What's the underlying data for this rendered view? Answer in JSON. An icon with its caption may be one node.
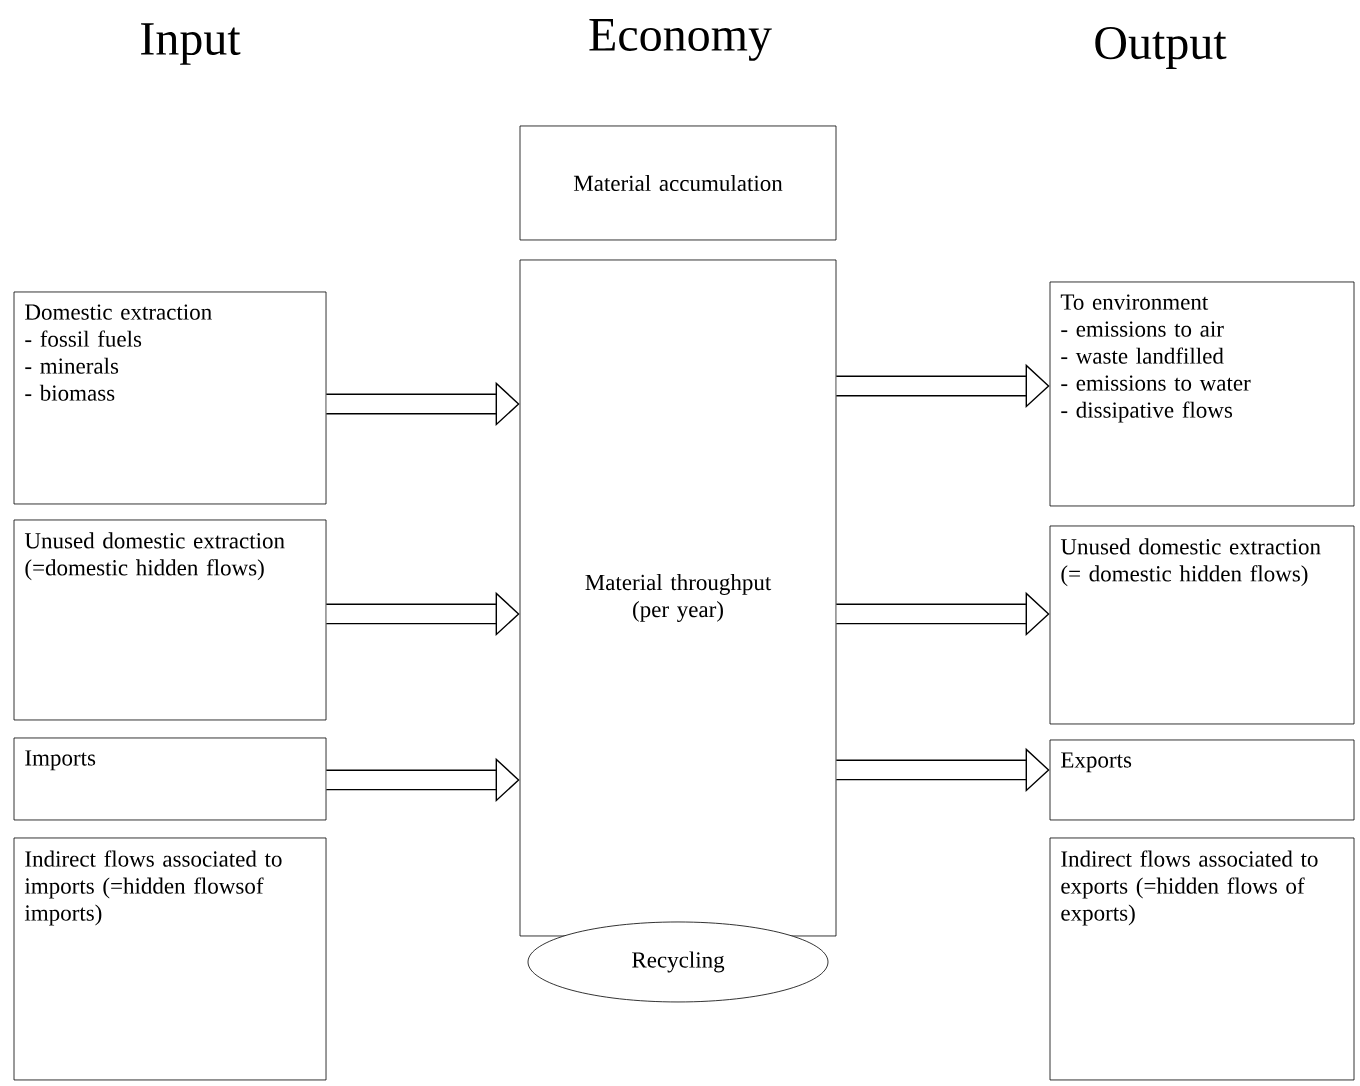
{
  "diagram": {
    "nodes": [
      {
        "text": [
          "Domestic extraction",
          "- fossil fuels",
          "- minerals",
          "- biomass"
        ]
      },
      {
        "text": [
          "Unused domestic extraction (=domestic hidden flows)"
        ]
      },
      {
        "text": [
          "Imports"
        ]
      },
      {
        "text": [
          "Indirect flows associated to imports (=hidden flowsof imports)"
        ]
      },
      {
        "text": [
          "Material accumulation"
        ]
      },
      {
        "text": [
          "Material throughput (per year)"
        ]
      },
      {
        "text": [
          "Recycling"
        ]
      },
      {
        "text": [
          "To environment",
          "- emissions to air",
          "- waste landfilled",
          "- emissions to water",
          "- dissipative flows"
        ]
      },
      {
        "text": [
          "Unused domestic extraction (= domestic hidden flows)"
        ]
      },
      {
        "text": [
          "Exports"
        ]
      },
      {
        "text": [
          "Indirect flows associated to exports (=hidden flows of exports)"
        ]
      }
    ],
    "edges": [
      {
        "from": 0,
        "to": 5,
        "arrow": "to"
      },
      {
        "from": 1,
        "to": 5,
        "arrow": "to"
      },
      {
        "from": 2,
        "to": 5,
        "arrow": "to"
      },
      {
        "from": 5,
        "to": 7,
        "arrow": "to"
      },
      {
        "from": 5,
        "to": 8,
        "arrow": "to"
      },
      {
        "from": 5,
        "to": 9,
        "arrow": "to"
      }
    ],
    "labels": [
      "Input",
      "Economy",
      "Output"
    ]
  }
}
